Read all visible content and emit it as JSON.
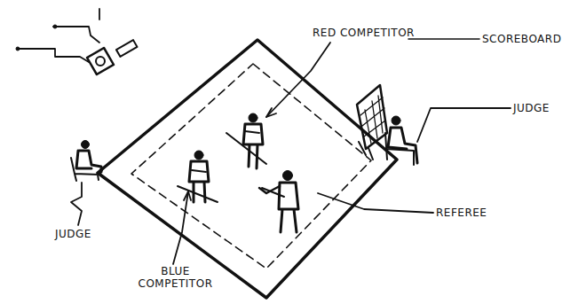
{
  "diagram": {
    "labels": [
      "RED COMPETITOR",
      "SCOREBOARD",
      "JUDGE",
      "REFEREE",
      "JUDGE",
      "BLUE COMPETITOR"
    ]
  }
}
